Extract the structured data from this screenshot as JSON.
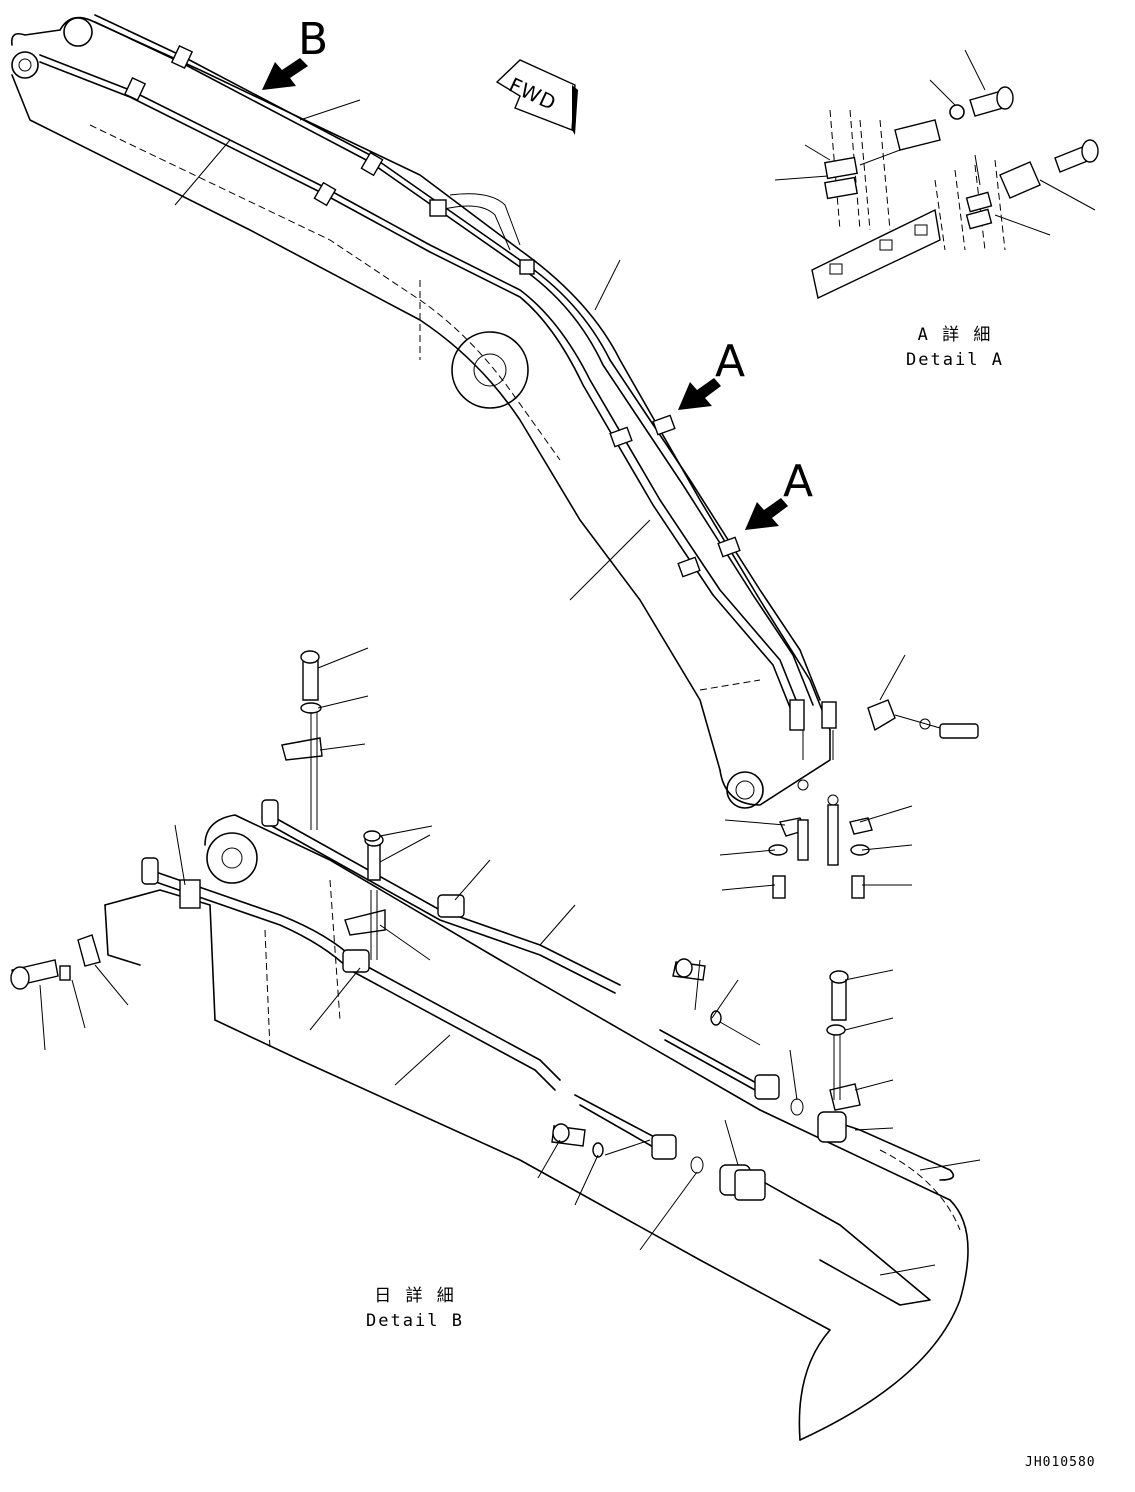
{
  "view_labels": {
    "view_b": "B",
    "view_a_upper": "A",
    "view_a_lower": "A"
  },
  "direction_marker": "FWD",
  "captions": {
    "detail_a_jp": "A 詳 細",
    "detail_a_en": "Detail A",
    "detail_b_jp": "日 詳 細",
    "detail_b_en": "Detail B"
  },
  "drawing_number": "JH010580"
}
